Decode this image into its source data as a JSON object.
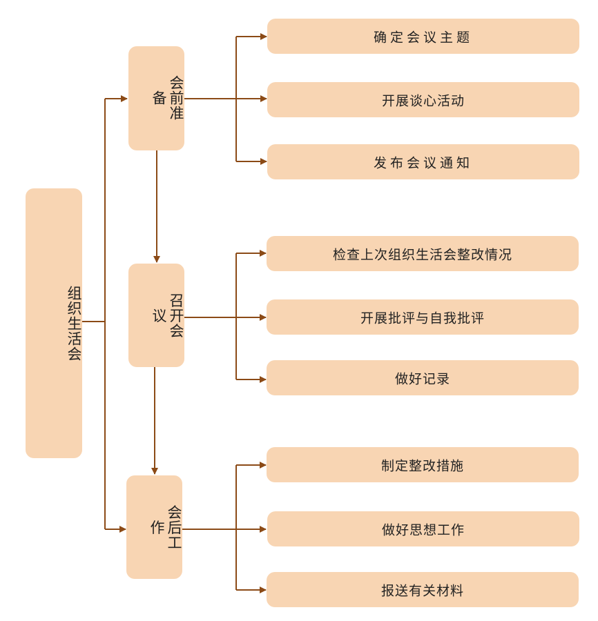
{
  "diagram": {
    "root": {
      "label": "组织生活会"
    },
    "stages": [
      {
        "label": "会前准备",
        "steps": [
          "确定会议主题",
          "开展谈心活动",
          "发布会议通知"
        ]
      },
      {
        "label": "召开会议",
        "steps": [
          "检查上次组织生活会整改情况",
          "开展批评与自我批评",
          "做好记录"
        ]
      },
      {
        "label": "会后工作",
        "steps": [
          "制定整改措施",
          "做好思想工作",
          "报送有关材料"
        ]
      }
    ],
    "colors": {
      "box_fill": "#f8d5b3",
      "connector": "#8b4a16"
    }
  }
}
